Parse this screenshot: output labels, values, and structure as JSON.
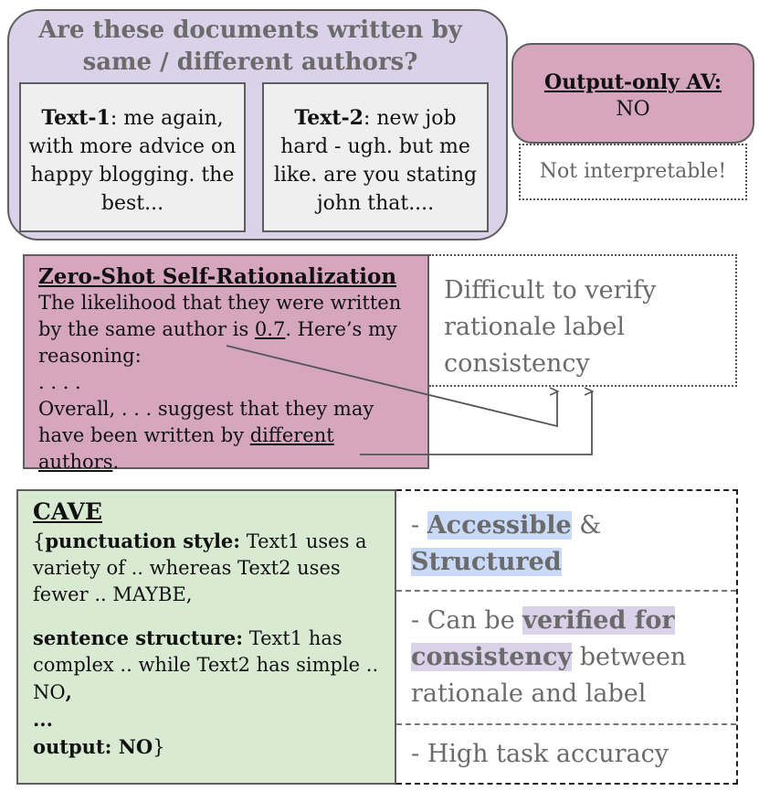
{
  "question": {
    "title": "Are these documents written by same / different authors?",
    "text1_label": "Text-1",
    "text1_body": ": me again, with more advice on happy blogging. the best...",
    "text2_label": "Text-2",
    "text2_body": ": new job hard - ugh.  but me like.   are you stating john that...."
  },
  "output_only": {
    "title": "Output-only AV:",
    "value": "NO",
    "note": "Not interpretable!"
  },
  "zero_shot": {
    "title": "Zero-Shot Self-Rationalization",
    "line1_pre": "The likelihood that they were written by the same author is ",
    "likelihood": "0.7",
    "line1_post": ".  Here’s my reasoning:",
    "ellipsis": ". . . .",
    "line2_pre": "Overall, . . . suggest that they may have been written by ",
    "label": "different authors",
    "line2_post": ".",
    "note": "Difficult to verify rationale label consistency"
  },
  "cave": {
    "title": "CAVE",
    "p1_open": "{",
    "p1_key": "punctuation style:",
    "p1_text": " Text1 uses a variety of .. whereas Text2 uses fewer .. MAYBE,",
    "p2_key": "sentence structure:",
    "p2_text": " Text1 has complex .. while Text2 has simple  .. NO",
    "p2_comma": ",",
    "dots": "...",
    "out_key": "output: NO",
    "out_close": "}"
  },
  "benefits": {
    "b1_pre": "- ",
    "b1_hl1": "Accessible",
    "b1_mid": " & ",
    "b1_hl2": "Structured",
    "b2_pre": "- Can be ",
    "b2_hl": "verified for consistency",
    "b2_post": " between rationale and label",
    "b3": "- High task accuracy"
  }
}
